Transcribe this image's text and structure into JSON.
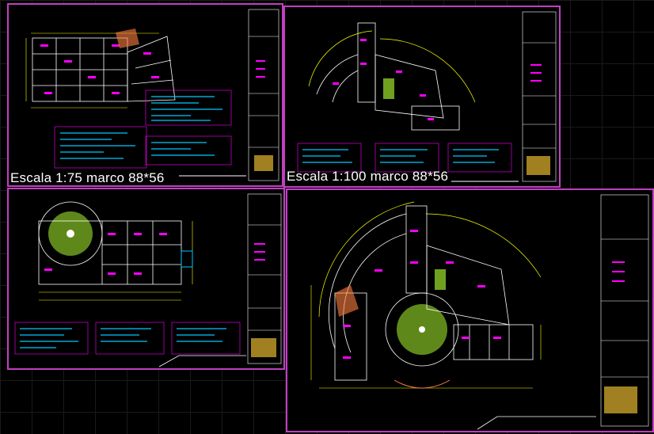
{
  "sheets": [
    {
      "id": "sheet-1",
      "scale_label": "Escala 1:75 marco 88*56"
    },
    {
      "id": "sheet-2",
      "scale_label": "Escala 1:100 marco 88*56"
    },
    {
      "id": "sheet-3",
      "scale_label": ""
    },
    {
      "id": "sheet-4",
      "scale_label": ""
    }
  ],
  "colors": {
    "frame": "#c040c0",
    "walls": "#ffffff",
    "rooms": "#ff00ff",
    "dimensions": "#ffff00",
    "text_lines": "#00c8ff",
    "doors": "#ff8040",
    "garden": "#70a020",
    "background": "#000000"
  }
}
